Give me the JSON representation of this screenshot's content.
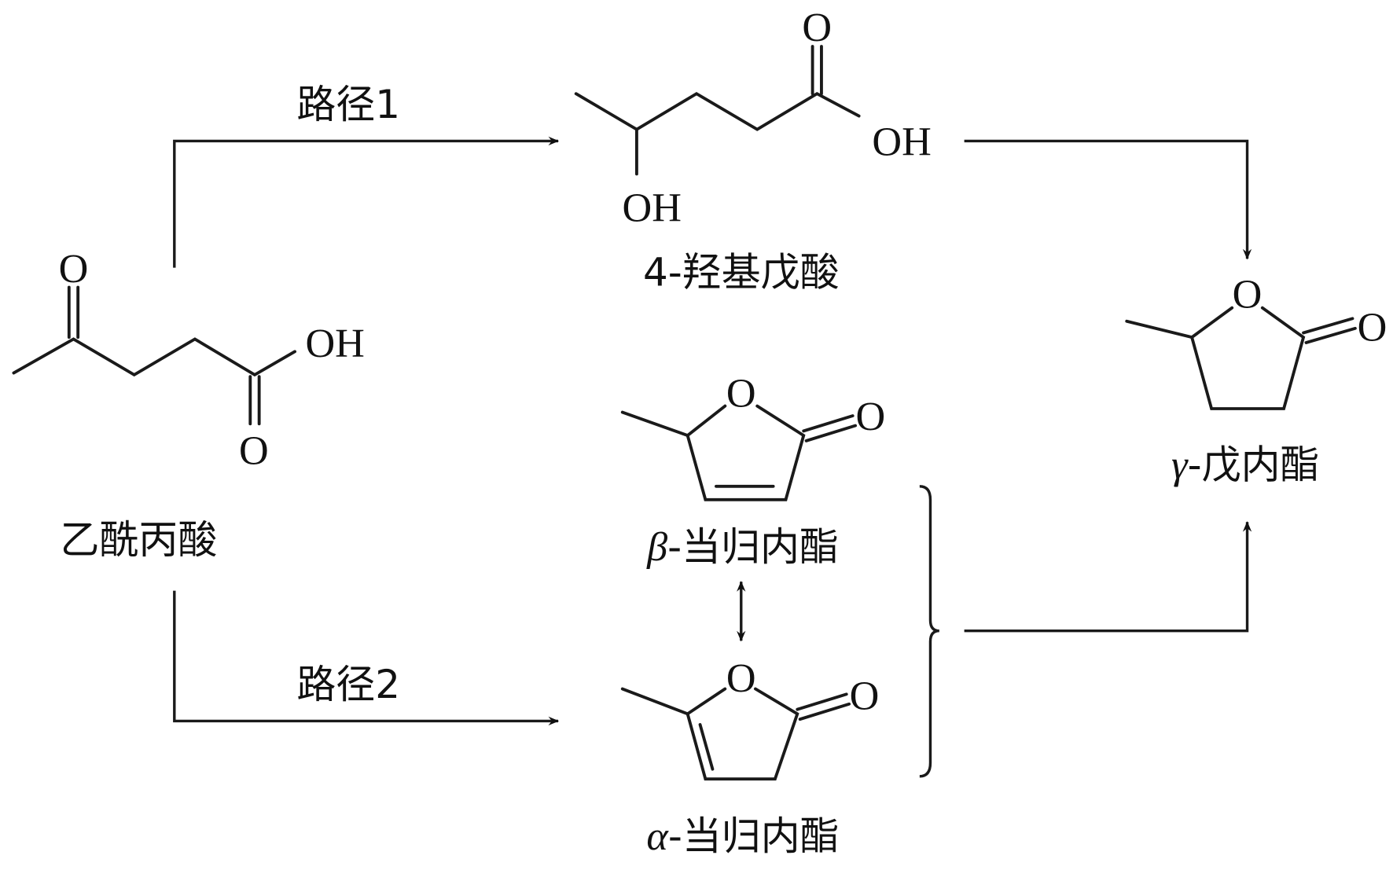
{
  "paths": {
    "route1": "路径1",
    "route2": "路径2"
  },
  "compounds": {
    "levulinic_acid": {
      "name": "乙酰丙酸",
      "atoms": {
        "o_ketone": "O",
        "oh": "OH",
        "o_acid": "O"
      }
    },
    "hydroxy_pentanoic_acid": {
      "name": "4-羟基戊酸",
      "atoms": {
        "o_top": "O",
        "oh_acid": "OH",
        "oh_alcohol": "OH"
      }
    },
    "gamma_valerolactone": {
      "name_prefix": "γ",
      "name_rest": "-戊内酯",
      "atoms": {
        "o_ring": "O",
        "o_carbonyl": "O"
      }
    },
    "beta_angelica_lactone": {
      "name_prefix": "β",
      "name_rest": "-当归内酯",
      "atoms": {
        "o_ring": "O",
        "o_carbonyl": "O"
      }
    },
    "alpha_angelica_lactone": {
      "name_prefix": "α",
      "name_rest": "-当归内酯",
      "atoms": {
        "o_ring": "O",
        "o_carbonyl": "O"
      }
    }
  }
}
